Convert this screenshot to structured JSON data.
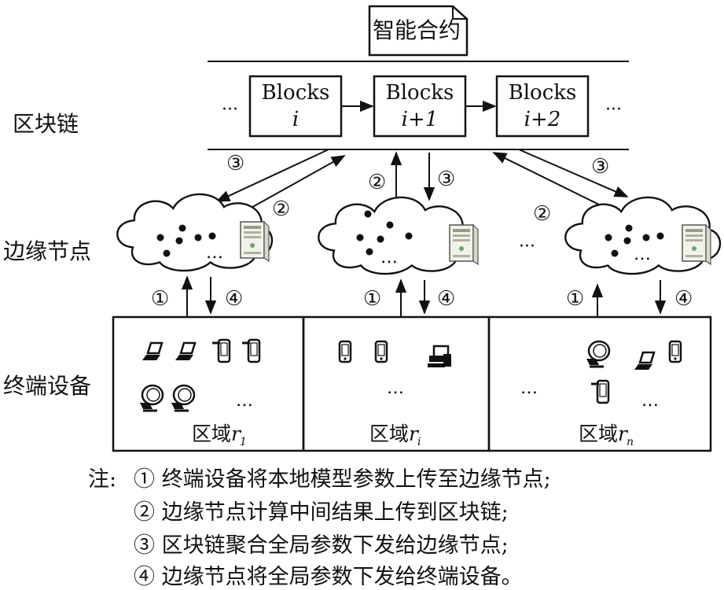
{
  "contract": {
    "label": "智能合约"
  },
  "layers": {
    "blockchain": "区块链",
    "edge": "边缘节点",
    "terminal": "终端设备"
  },
  "blocks": [
    {
      "word": "Blocks",
      "index": "i"
    },
    {
      "word": "Blocks",
      "index": "i+1"
    },
    {
      "word": "Blocks",
      "index": "i+2"
    }
  ],
  "ellipsis": "…",
  "ellipsis_long": "···",
  "steps": {
    "s1": "①",
    "s2": "②",
    "s3": "③",
    "s4": "④"
  },
  "regions": [
    {
      "prefix": "区域",
      "var": "r",
      "sub": "1"
    },
    {
      "prefix": "区域",
      "var": "r",
      "sub": "i"
    },
    {
      "prefix": "区域",
      "var": "r",
      "sub": "n"
    }
  ],
  "notes": {
    "lead": "注:",
    "items": [
      "① 终端设备将本地模型参数上传至边缘节点;",
      "② 边缘节点计算中间结果上传到区块链;",
      "③ 区块链聚合全局参数下发给边缘节点;",
      "④ 边缘节点将全局参数下发给终端设备。"
    ]
  }
}
